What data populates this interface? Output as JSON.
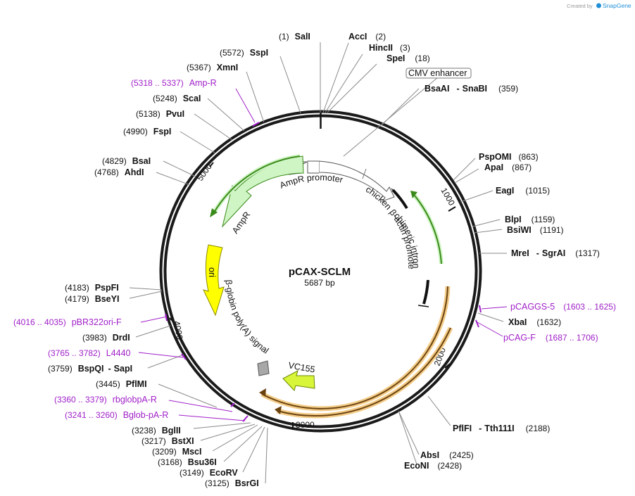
{
  "watermark": {
    "prefix": "Created by",
    "brand": "SnapGene"
  },
  "plasmid": {
    "name": "pCAX-SCLM",
    "size": "5687 bp"
  },
  "enzymes": {
    "sali": {
      "pos": "(1)",
      "name": "SalI"
    },
    "acci": {
      "name": "AccI",
      "pos": "(2)"
    },
    "hincii": {
      "name": "HincII",
      "pos": "(3)"
    },
    "spei": {
      "name": "SpeI",
      "pos": "(18)"
    },
    "sspi": {
      "pos": "(5572)",
      "name": "SspI"
    },
    "xmni": {
      "pos": "(5367)",
      "name": "XmnI"
    },
    "scai": {
      "pos": "(5248)",
      "name": "ScaI"
    },
    "pvui": {
      "pos": "(5138)",
      "name": "PvuI"
    },
    "fspi": {
      "pos": "(4990)",
      "name": "FspI"
    },
    "bsai": {
      "pos": "(4829)",
      "name": "BsaI"
    },
    "ahdi": {
      "pos": "(4768)",
      "name": "AhdI"
    },
    "bsaai": {
      "name": "BsaAI",
      "sep": "-",
      "name2": "SnaBI",
      "pos": "(359)"
    },
    "pspomi": {
      "name": "PspOMI",
      "pos": "(863)"
    },
    "apai": {
      "name": "ApaI",
      "pos": "(867)"
    },
    "eagi": {
      "name": "EagI",
      "pos": "(1015)"
    },
    "blpi": {
      "name": "BlpI",
      "pos": "(1159)"
    },
    "bsiwi": {
      "name": "BsiWI",
      "pos": "(1191)"
    },
    "mrei": {
      "name": "MreI",
      "sep": "-",
      "name2": "SgrAI",
      "pos": "(1317)"
    },
    "xbai": {
      "name": "XbaI",
      "pos": "(1632)"
    },
    "pspfi": {
      "pos": "(4183)",
      "name": "PspFI"
    },
    "bseyi": {
      "pos": "(4179)",
      "name": "BseYI"
    },
    "drdi": {
      "pos": "(3983)",
      "name": "DrdI"
    },
    "bspqi": {
      "pos": "(3759)",
      "name": "BspQI",
      "sep": "-",
      "name2": "SapI"
    },
    "pflmi": {
      "pos": "(3445)",
      "name": "PflMI"
    },
    "bglii": {
      "pos": "(3238)",
      "name": "BglII"
    },
    "bstxi": {
      "pos": "(3217)",
      "name": "BstXI"
    },
    "msci": {
      "pos": "(3209)",
      "name": "MscI"
    },
    "bsu36i": {
      "pos": "(3168)",
      "name": "Bsu36I"
    },
    "ecorv": {
      "pos": "(3149)",
      "name": "EcoRV"
    },
    "bsrgi": {
      "pos": "(3125)",
      "name": "BsrGI"
    },
    "pflfi": {
      "name": "PflFI",
      "sep": "-",
      "name2": "Tth111I",
      "pos": "(2188)"
    },
    "absi": {
      "name": "AbsI",
      "pos": "(2425)"
    },
    "econi": {
      "name": "EcoNI",
      "pos": "(2428)"
    }
  },
  "primers": {
    "ampr": {
      "range": "(5318 .. 5337)",
      "name": "Amp-R"
    },
    "pcaggs5": {
      "name": "pCAGGS-5",
      "range": "(1603 .. 1625)"
    },
    "pcagf": {
      "name": "pCAG-F",
      "range": "(1687 .. 1706)"
    },
    "pbr322": {
      "range": "(4016 .. 4035)",
      "name": "pBR322ori-F"
    },
    "l4440": {
      "range": "(3765 .. 3782)",
      "name": "L4440"
    },
    "rbglob": {
      "range": "(3360 .. 3379)",
      "name": "rbglobpA-R"
    },
    "bglob": {
      "range": "(3241 .. 3260)",
      "name": "Bglob-pA-R"
    }
  },
  "features": {
    "cmv_enhancer": "CMV enhancer",
    "ampr_promoter": "AmpR promoter",
    "chicken_actin": "chicken β-actin promoter",
    "chimeric_intron": "chimeric intron",
    "ampr": "AmpR",
    "ori": "ori",
    "bglobin": "β-globin poly(A) signal",
    "vc155": "VC155"
  },
  "ticks": [
    "1000",
    "2000",
    "3000",
    "4000",
    "5000"
  ],
  "colors": {
    "primer": "#a020c8",
    "ampr_fill": "#cff5c4",
    "green_arc": "#3a8a1a",
    "orange_arc": "#e8a850",
    "ori_fill": "#ffff00",
    "vc155_fill": "#d8f53a",
    "polya_fill": "#a8a8a8"
  }
}
